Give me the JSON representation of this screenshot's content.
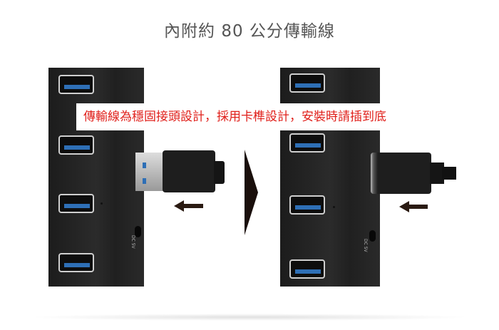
{
  "title": "內附約 80 公分傳輸線",
  "banner": "傳輸線為穩固接頭設計，採用卡榫設計，安裝時請插到底",
  "port_label": "DC 5V",
  "colors": {
    "banner_text": "#e0201b",
    "title_text": "#555555",
    "usb_blue": "#2e6fb6"
  }
}
